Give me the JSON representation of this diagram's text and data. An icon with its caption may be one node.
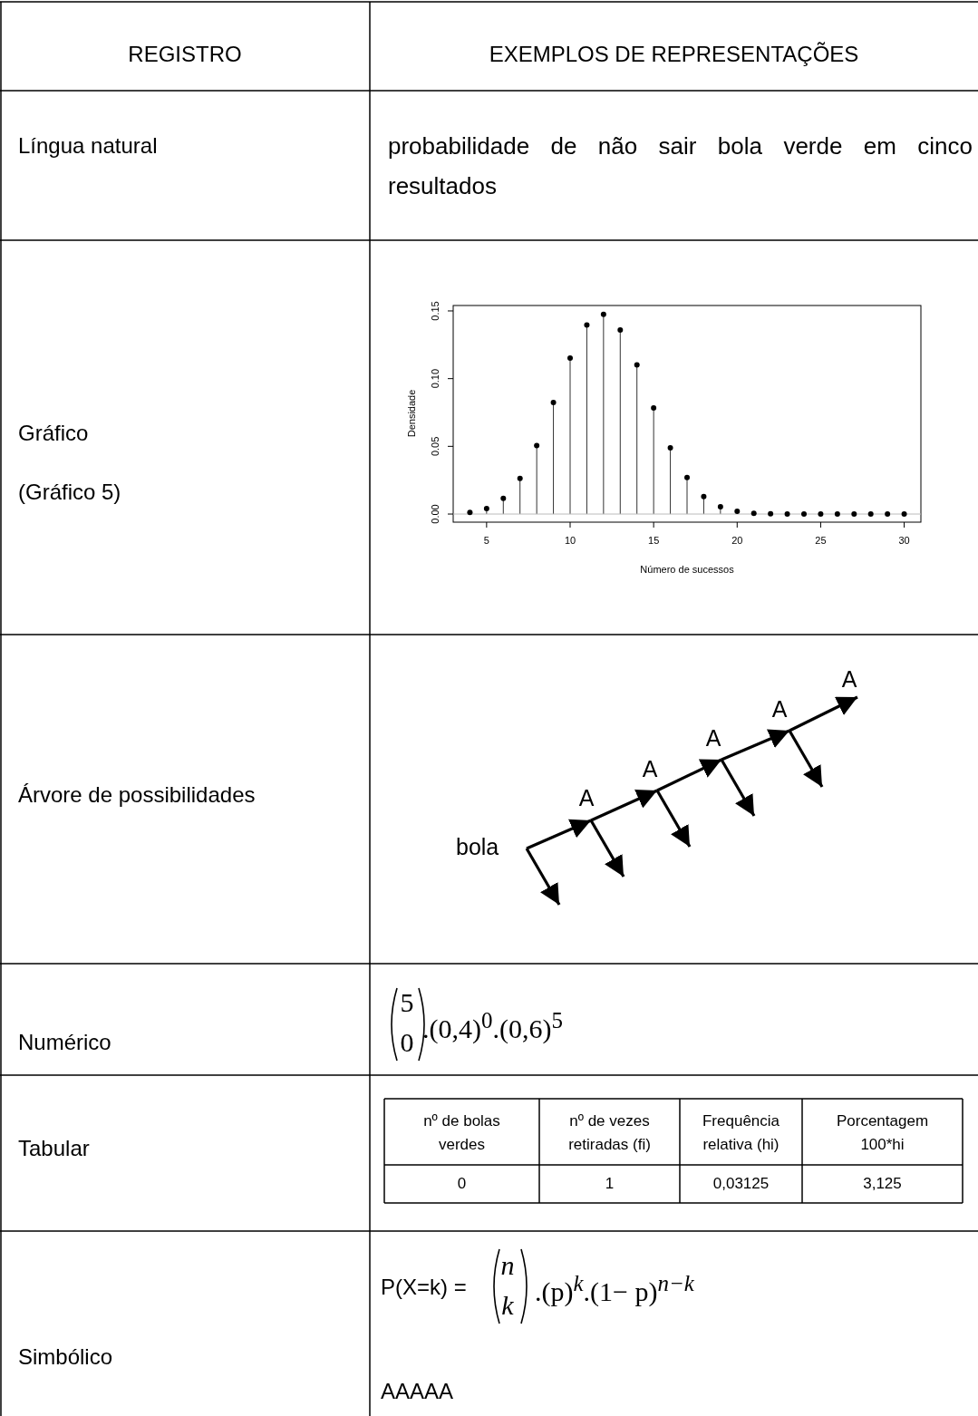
{
  "diagram": {
    "nodes": [
      {
        "text": [
          "bola"
        ]
      },
      {
        "text": [
          "A"
        ]
      },
      {
        "text": [
          "A"
        ]
      },
      {
        "text": [
          "A"
        ]
      },
      {
        "text": [
          "A"
        ]
      },
      {
        "text": [
          "A"
        ]
      }
    ],
    "edges": [
      {
        "from": 0,
        "to": 1,
        "arrow": "to"
      },
      {
        "from": 0,
        "to": null,
        "arrow": "to"
      },
      {
        "from": 1,
        "to": 2,
        "arrow": "to"
      },
      {
        "from": 1,
        "to": null,
        "arrow": "to"
      },
      {
        "from": 2,
        "to": 3,
        "arrow": "to"
      },
      {
        "from": 2,
        "to": null,
        "arrow": "to"
      },
      {
        "from": 3,
        "to": 4,
        "arrow": "to"
      },
      {
        "from": 3,
        "to": null,
        "arrow": "to"
      },
      {
        "from": 4,
        "to": 5,
        "arrow": "to"
      },
      {
        "from": 4,
        "to": null,
        "arrow": "to"
      }
    ],
    "labels": [
      "REGISTRO",
      "EXEMPLOS DE REPRESENTAÇÕES",
      "Língua natural",
      "probabilidade de não sair bola verde em cinco resultados",
      "Gráfico",
      "(Gráfico 5)",
      "Árvore de possibilidades",
      "Numérico",
      "5",
      "0",
      ".(0,4)$^{0}$.(0,6)$^{5}$",
      "Tabular",
      "nº de bolas verdes",
      "nº de vezes retiradas (fi)",
      "Frequência relativa (hi)",
      "Porcentagem 100*hi",
      "0",
      "1",
      "0,03125",
      "3,125",
      "Simbólico",
      "P(X=k) =",
      "n",
      "k",
      ".(p)$^{k}$.(1− p)$^{n−k}$",
      "AAAAA"
    ],
    "chart_data": {
      "type": "scatter",
      "xlabel": "Número de sucessos",
      "ylabel": "Densidade",
      "x": [
        4,
        5,
        6,
        7,
        8,
        9,
        10,
        11,
        12,
        13,
        14,
        15,
        16,
        17,
        18,
        19,
        20,
        21,
        22,
        23,
        24,
        25,
        26,
        27,
        28,
        29,
        30
      ],
      "series": [
        {
          "values": [
            0.0012,
            0.0041,
            0.0115,
            0.0263,
            0.0505,
            0.0823,
            0.1152,
            0.1396,
            0.1474,
            0.136,
            0.1101,
            0.0783,
            0.0489,
            0.0269,
            0.0129,
            0.0054,
            0.002,
            0.0006,
            0.0002,
            0.0,
            0.0,
            0.0,
            0.0,
            0.0,
            0.0,
            0.0,
            0.0
          ]
        }
      ],
      "xlim": [
        3,
        31
      ],
      "ylim": [
        -0.006,
        0.154
      ],
      "xticks": [
        5,
        10,
        15,
        20,
        25,
        30
      ],
      "yticks": [
        {
          "value": 0,
          "label": "0.00"
        },
        {
          "value": 0.05,
          "label": "0.05"
        },
        {
          "value": 0.1,
          "label": "0.10"
        },
        {
          "value": 0.15,
          "label": "0.15"
        }
      ]
    }
  }
}
